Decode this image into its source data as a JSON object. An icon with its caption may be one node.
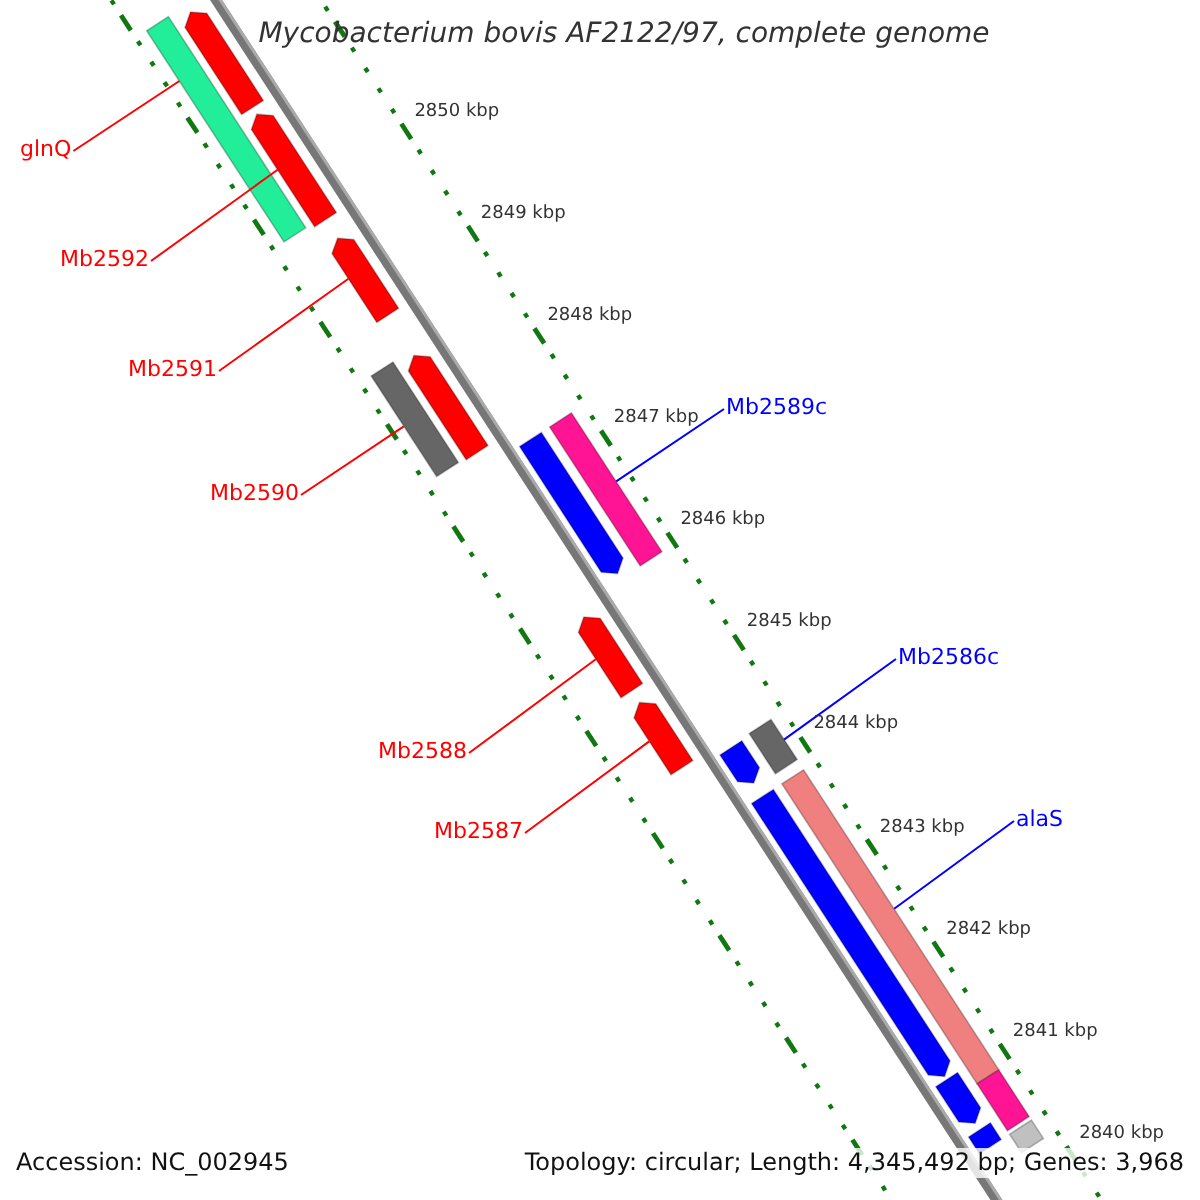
{
  "diagram": {
    "title": "Mycobacterium bovis AF2122/97, complete genome",
    "nodes": [
      {
        "text": [
          "glnQ"
        ]
      },
      {
        "text": [
          "Mb2592"
        ]
      },
      {
        "text": [
          "Mb2591"
        ]
      },
      {
        "text": [
          "Mb2589c"
        ]
      },
      {
        "text": [
          "Mb2590"
        ]
      },
      {
        "text": [
          "Mb2586c"
        ]
      },
      {
        "text": [
          "Mb2588"
        ]
      },
      {
        "text": [
          "alaS"
        ]
      },
      {
        "text": [
          "Mb2587"
        ]
      },
      {
        "text": [],
        "shape": "bar"
      },
      {
        "text": [],
        "shape": "bar"
      },
      {
        "text": [],
        "shape": "bar"
      },
      {
        "text": [],
        "shape": "bar"
      },
      {
        "text": [],
        "shape": "bar"
      },
      {
        "text": [],
        "shape": "bar"
      },
      {
        "text": [],
        "shape": "bar"
      },
      {
        "text": [],
        "shape": "bar"
      },
      {
        "text": [],
        "shape": "bar"
      },
      {
        "text": [],
        "shape": "bar"
      },
      {
        "text": [],
        "shape": "bar"
      },
      {
        "text": [],
        "shape": "bar"
      },
      {
        "text": [],
        "shape": "bar"
      },
      {
        "text": [],
        "shape": "bar"
      },
      {
        "text": [],
        "shape": "bar"
      },
      {
        "text": [],
        "shape": "bar"
      },
      {
        "text": [],
        "shape": "bar"
      },
      {
        "text": [],
        "shape": "bar"
      }
    ],
    "edges": [
      {
        "from": 0,
        "to": 10,
        "arrow": "none"
      },
      {
        "from": 1,
        "to": 11,
        "arrow": "none"
      },
      {
        "from": 2,
        "to": 12,
        "arrow": "none"
      },
      {
        "from": 3,
        "to": 16,
        "arrow": "none",
        "color": "#0000ff"
      },
      {
        "from": 4,
        "to": 13,
        "arrow": "none"
      },
      {
        "from": 5,
        "to": 19,
        "arrow": "none",
        "color": "#0000ff"
      },
      {
        "from": 6,
        "to": 17,
        "arrow": "none"
      },
      {
        "from": 7,
        "to": 22,
        "arrow": "none",
        "color": "#0000ff"
      },
      {
        "from": 8,
        "to": 18,
        "arrow": "none"
      }
    ],
    "labels": [
      "2850 kbp",
      "2849 kbp",
      "2848 kbp",
      "2847 kbp",
      "2846 kbp",
      "2845 kbp",
      "2844 kbp",
      "2843 kbp",
      "2842 kbp",
      "2841 kbp",
      "2840 kbp",
      "Accession: NC_002945",
      "Topology: circular; Length: 4,345,492 bp; Genes: 3,968"
    ]
  }
}
